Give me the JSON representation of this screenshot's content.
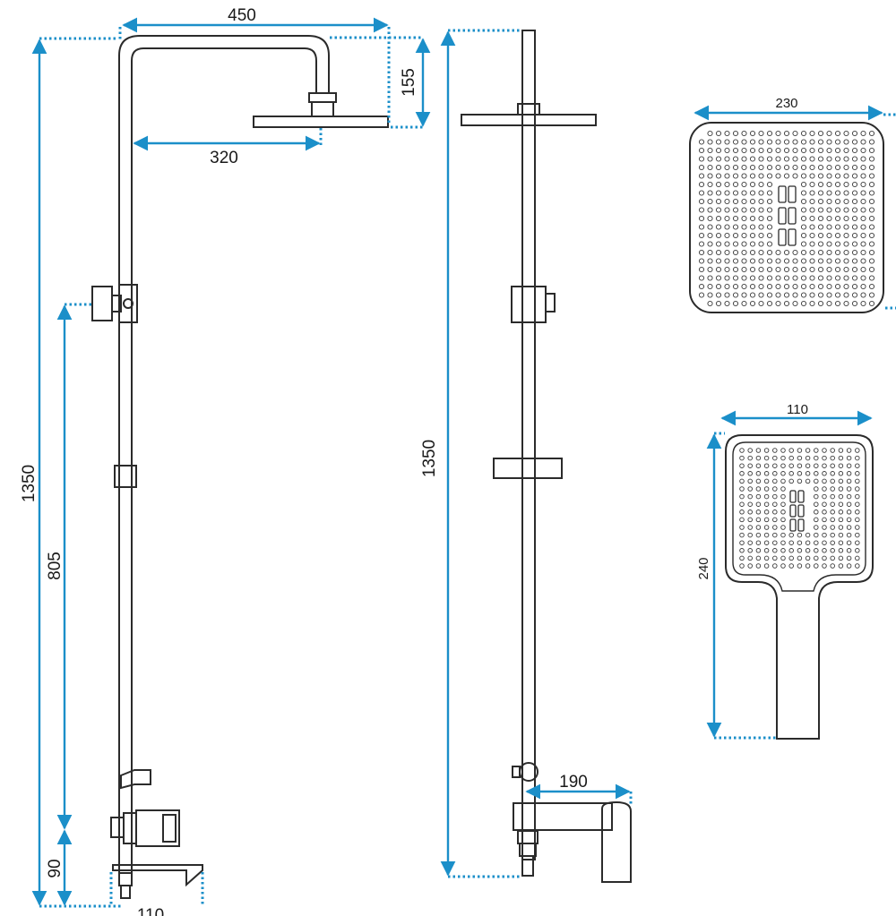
{
  "colors": {
    "dimension": "#1b8fc9",
    "outline": "#2b2b2b",
    "background": "#ffffff"
  },
  "dimensions": {
    "arm_width": "450",
    "head_drop": "155",
    "arm_reach": "320",
    "total_height_side": "1350",
    "diverter_height": "805",
    "base_height": "90",
    "base_width": "110",
    "total_height_front": "1350",
    "spout_length": "190",
    "head_width": "230",
    "hand_width": "110",
    "hand_length": "240"
  }
}
